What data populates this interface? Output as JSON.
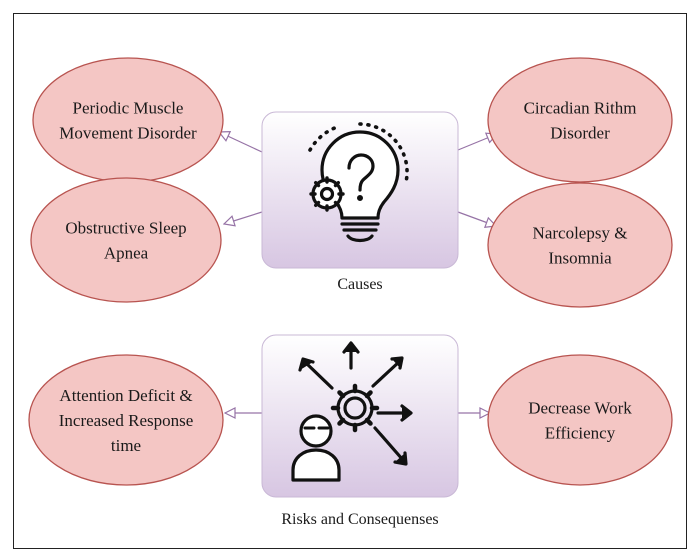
{
  "causes": {
    "label": "Causes",
    "items": [
      {
        "lines": [
          "Periodic Muscle",
          "Movement Disorder"
        ]
      },
      {
        "lines": [
          "Obstructive Sleep",
          "Apnea"
        ]
      },
      {
        "lines": [
          "Circadian Rithm",
          "Disorder"
        ]
      },
      {
        "lines": [
          "Narcolepsy &",
          "Insomnia"
        ]
      }
    ]
  },
  "risks": {
    "label": "Risks and Consequenses",
    "items": [
      {
        "lines": [
          "Attention Deficit &",
          "Increased Response",
          "time"
        ]
      },
      {
        "lines": [
          "Decrease Work",
          "Efficiency"
        ]
      }
    ]
  },
  "colors": {
    "ellipse_fill": "#f4c6c4",
    "ellipse_stroke": "#b85450",
    "panel_top": "#ffffff",
    "panel_bottom": "#d5c3e0",
    "connector": "#9673a6"
  }
}
